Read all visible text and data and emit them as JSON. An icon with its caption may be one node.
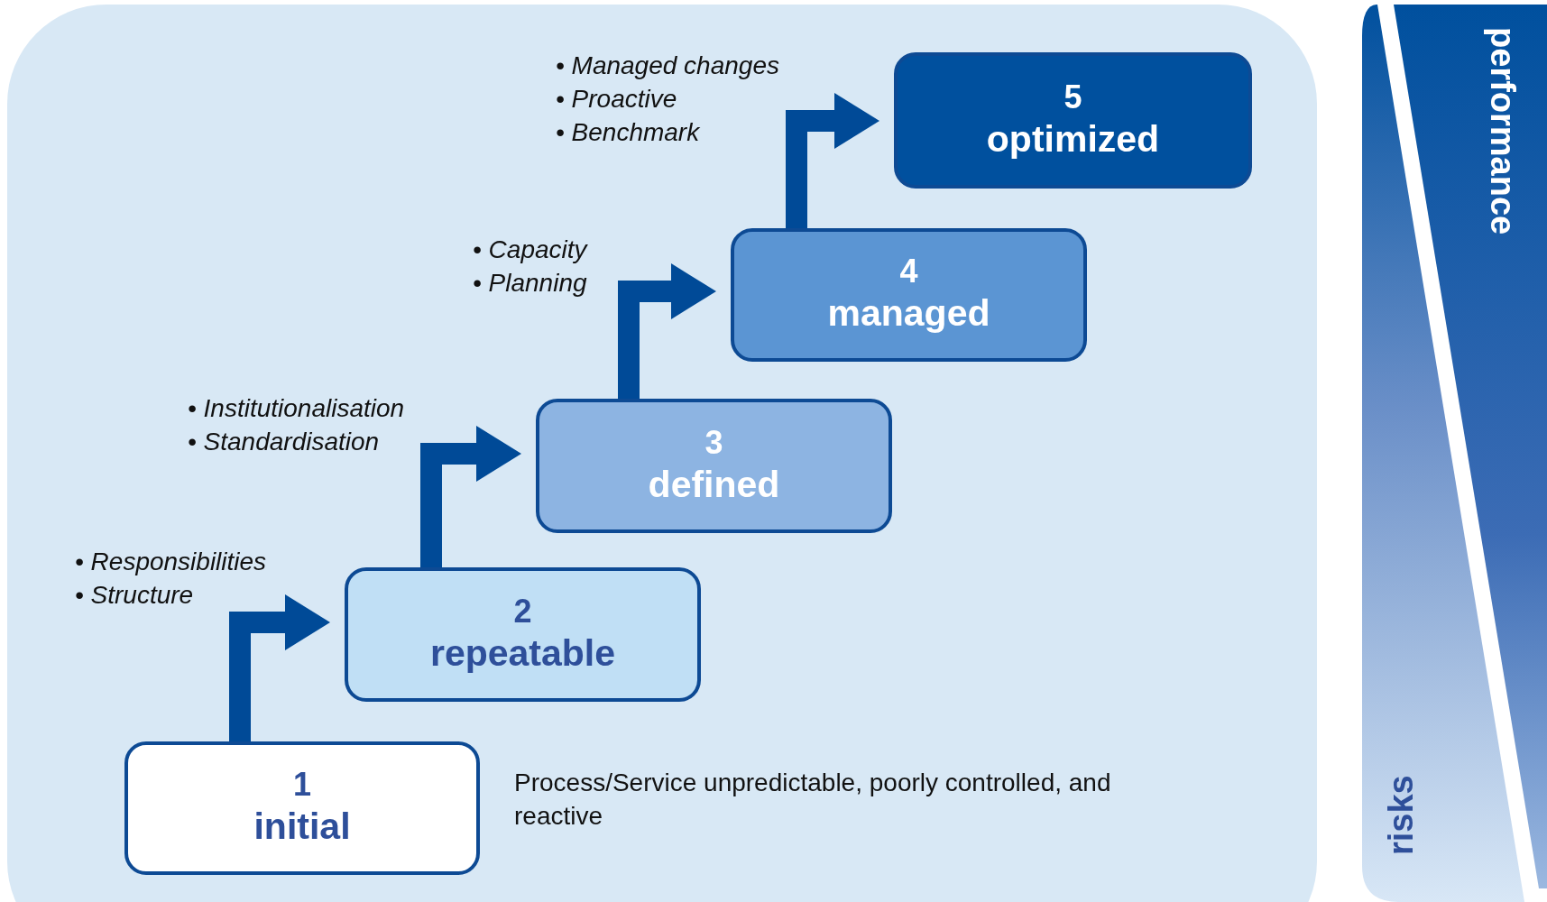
{
  "diagram": {
    "nodes": [
      {
        "text": [
          "1",
          "initial"
        ],
        "beside": [
          "Process/Service unpredictable, poorly controlled, and reactive"
        ]
      },
      {
        "text": [
          "2",
          "repeatable"
        ],
        "beside": [
          "• Responsibilities",
          "• Structure"
        ]
      },
      {
        "text": [
          "3",
          "defined"
        ],
        "beside": [
          "• Institutionalisation",
          "• Standardisation"
        ]
      },
      {
        "text": [
          "4",
          "managed"
        ],
        "beside": [
          "• Capacity",
          "• Planning"
        ]
      },
      {
        "text": [
          "5",
          "optimized"
        ],
        "beside": [
          "• Managed changes",
          "• Proactive",
          "• Benchmark"
        ]
      }
    ],
    "edges": [
      {
        "from": 0,
        "to": 1,
        "arrow": "to"
      },
      {
        "from": 1,
        "to": 2,
        "arrow": "to"
      },
      {
        "from": 2,
        "to": 3,
        "arrow": "to"
      },
      {
        "from": 3,
        "to": 4,
        "arrow": "to"
      }
    ],
    "labels": [
      "performance",
      "risks"
    ]
  }
}
